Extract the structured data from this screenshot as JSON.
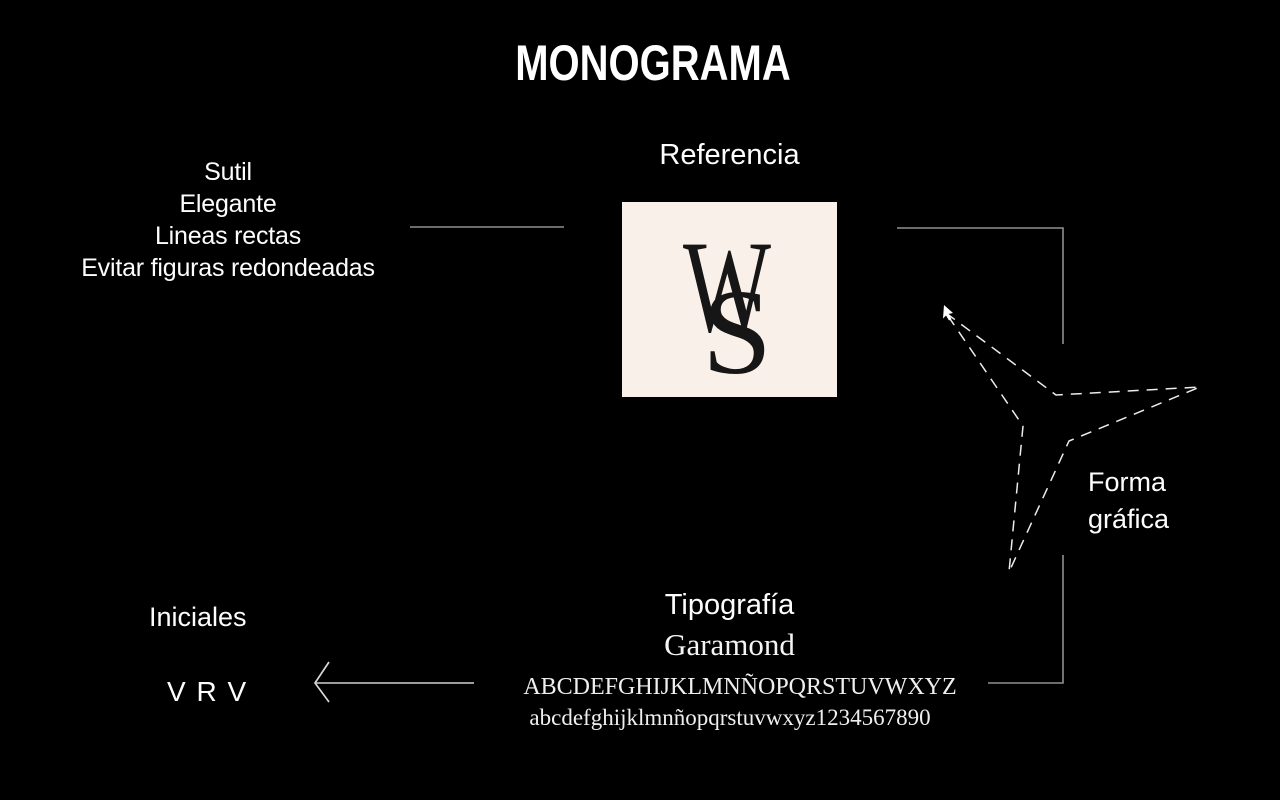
{
  "title": "MONOGRAMA",
  "attributes": {
    "items": [
      "Sutil",
      "Elegante",
      "Lineas rectas",
      "Evitar figuras redondeadas"
    ]
  },
  "reference": {
    "label": "Referencia",
    "monogram": {
      "letter_1": "W",
      "letter_2": "S"
    },
    "swatch_color": "#FAF0EA",
    "monogram_color": "#161616"
  },
  "forma": {
    "line1": "Forma",
    "line2": "gráfica"
  },
  "initials": {
    "label": "Iniciales",
    "value": "V R V"
  },
  "typography": {
    "label": "Tipografía",
    "font_name": "Garamond",
    "uppercase": "ABCDEFGHIJKLMNÑOPQRSTUVWXYZ",
    "lowercase_numbers": "abcdefghijklmnñopqrstuvwxyz1234567890"
  },
  "colors": {
    "background": "#000000",
    "text": "#FFFFFF",
    "connector_line": "#8F8F8F",
    "arrow_head": "#D8D8D8",
    "dashed_shape": "#ECECEC",
    "cursor": "#FFFFFF"
  }
}
